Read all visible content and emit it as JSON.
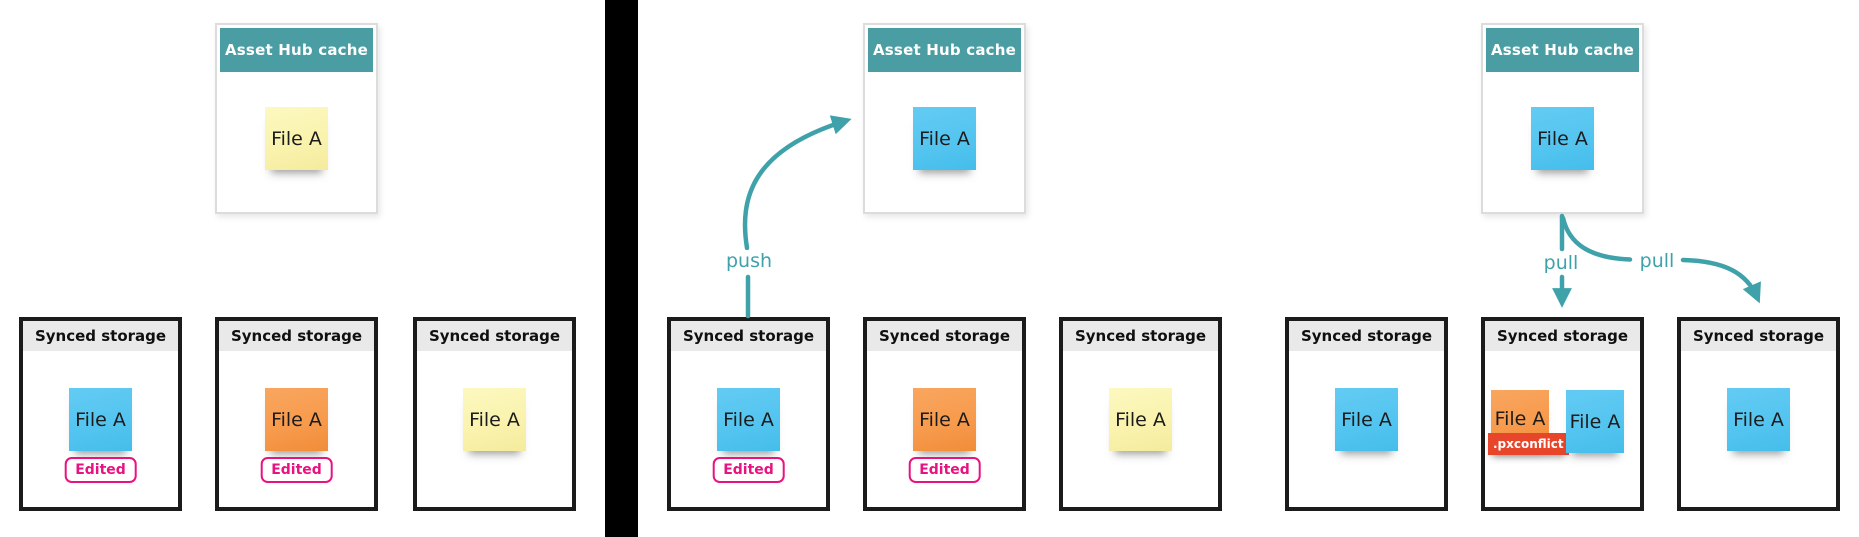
{
  "colors": {
    "teal_header": "#4A9EA3",
    "teal_arrow": "#3FA2AA",
    "sticky_blue": "#54C5F0",
    "sticky_orange": "#F79B4D",
    "sticky_yellow": "#FAF3AE",
    "edited_pink": "#E81380",
    "conflict_red": "#E8462B",
    "storage_border": "#1B1B1B",
    "storage_header_bg": "#E9E9E9",
    "divider": "#000000"
  },
  "panels": [
    {
      "cache": {
        "title": "Asset Hub cache",
        "file": {
          "label": "File A",
          "color": "yellow"
        }
      },
      "storages": [
        {
          "title": "Synced storage",
          "files": [
            {
              "label": "File A",
              "color": "blue"
            }
          ],
          "badge": "Edited"
        },
        {
          "title": "Synced storage",
          "files": [
            {
              "label": "File A",
              "color": "orange"
            }
          ],
          "badge": "Edited"
        },
        {
          "title": "Synced storage",
          "files": [
            {
              "label": "File A",
              "color": "yellow"
            }
          ]
        }
      ],
      "arrows": []
    },
    {
      "cache": {
        "title": "Asset Hub cache",
        "file": {
          "label": "File A",
          "color": "blue"
        }
      },
      "storages": [
        {
          "title": "Synced storage",
          "files": [
            {
              "label": "File A",
              "color": "blue"
            }
          ],
          "badge": "Edited"
        },
        {
          "title": "Synced storage",
          "files": [
            {
              "label": "File A",
              "color": "orange"
            }
          ],
          "badge": "Edited"
        },
        {
          "title": "Synced storage",
          "files": [
            {
              "label": "File A",
              "color": "yellow"
            }
          ]
        }
      ],
      "arrows": [
        {
          "label": "push",
          "from": "storage-1",
          "to": "cache"
        }
      ]
    },
    {
      "cache": {
        "title": "Asset Hub cache",
        "file": {
          "label": "File A",
          "color": "blue"
        }
      },
      "storages": [
        {
          "title": "Synced storage",
          "files": [
            {
              "label": "File A",
              "color": "blue"
            }
          ]
        },
        {
          "title": "Synced storage",
          "files": [
            {
              "label": "File A",
              "color": "orange",
              "tag": ".pxconflict"
            },
            {
              "label": "File A",
              "color": "blue"
            }
          ]
        },
        {
          "title": "Synced storage",
          "files": [
            {
              "label": "File A",
              "color": "blue"
            }
          ]
        }
      ],
      "arrows": [
        {
          "label": "pull",
          "from": "cache",
          "to": "storage-2"
        },
        {
          "label": "pull",
          "from": "cache",
          "to": "storage-3"
        }
      ]
    }
  ]
}
